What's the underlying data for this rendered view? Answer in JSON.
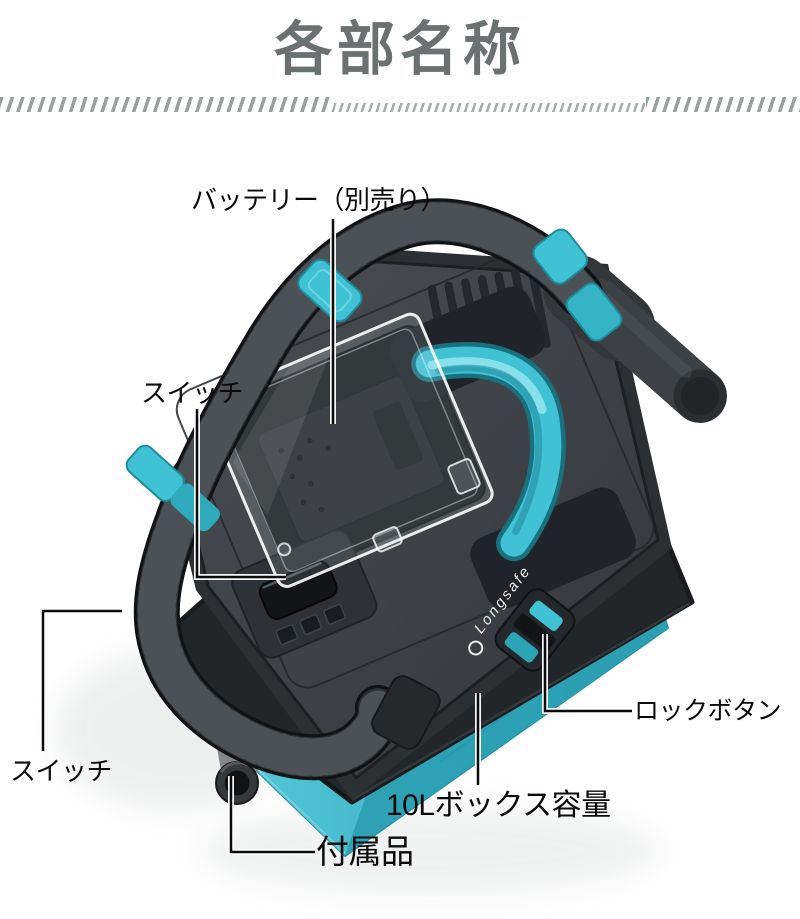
{
  "title": "各部名称",
  "labels": {
    "battery": "バッテリー（別売り）",
    "switch_top": "スイッチ",
    "switch_side": "スイッチ",
    "lock_button": "ロックボタン",
    "box_capacity": "10Lボックス容量",
    "accessory": "付属品"
  },
  "device": {
    "brand": "Longsafe",
    "parts": [
      "バッテリー（別売り）",
      "スイッチ",
      "スイッチ",
      "ロックボタン",
      "10Lボックス容量",
      "付属品"
    ]
  },
  "colors": {
    "title_gray": "#6b7170",
    "divider_gray": "#99a09f",
    "label_black": "#0a0a0a",
    "teal_accent": "#3fc2d4",
    "teal_dark": "#2b9fb2",
    "body_dark": "#2c3033",
    "body_mid": "#3e4246",
    "hose_black": "#17191b",
    "background": "#ffffff"
  }
}
